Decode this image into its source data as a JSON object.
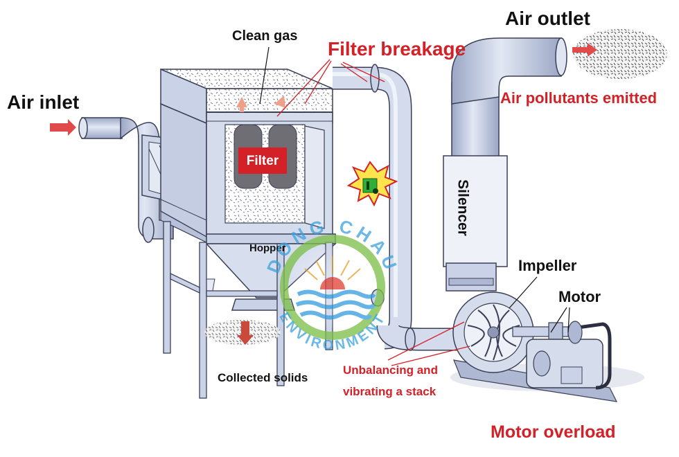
{
  "labels": {
    "air_inlet": "Air inlet",
    "clean_gas": "Clean gas",
    "filter_breakage": "Filter breakage",
    "air_outlet": "Air outlet",
    "air_pollutants": "Air pollutants emitted",
    "filter": "Filter",
    "silencer": "Silencer",
    "hopper": "Hopper",
    "impeller": "Impeller",
    "motor": "Motor",
    "collected_solids": "Collected solids",
    "unbalancing_line1": "Unbalancing and",
    "unbalancing_line2": "vibrating a stack",
    "motor_overload": "Motor overload"
  },
  "watermark": {
    "top_text": "DONG CHAU",
    "bottom_text": "ENVIRONMENT"
  },
  "colors": {
    "alert_red": "#d42027",
    "equipment_blue": "#c9d2e6",
    "equipment_outline": "#3a3f55",
    "filter_bag": "#6e6e74",
    "watermark_green": "#7fbf4d",
    "watermark_blue": "#3aa0de"
  },
  "icons": [
    "explosion-icon",
    "arrow-right-icon",
    "arrow-up-icon",
    "arrow-down-icon"
  ]
}
